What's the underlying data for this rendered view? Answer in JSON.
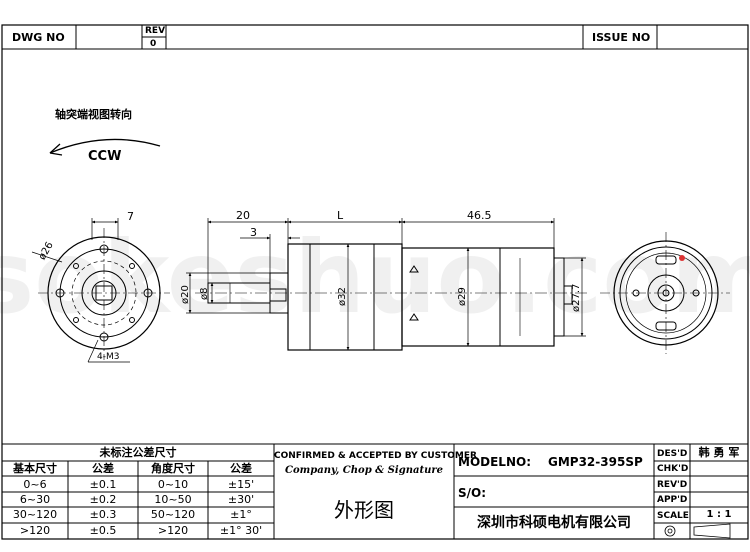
{
  "header": {
    "dwg_no_label": "DWG NO",
    "rev_label": "REV",
    "rev_value": "0",
    "issue_no_label": "ISSUE NO"
  },
  "watermark": "sokeshuo.com",
  "rotation": {
    "note": "轴突端视图转向",
    "direction": "CCW"
  },
  "dimensions": {
    "flange_depth": "7",
    "shaft_length": "20",
    "flat_length": "3",
    "body_length": "L",
    "motor_length": "46.5",
    "bolt_circle": "ø26",
    "pilot_dia": "ø20",
    "shaft_dia": "ø8",
    "gearbox_dia": "ø32",
    "motor_dia": "ø29",
    "end_cap_dia": "ø27.7",
    "mount_holes": "4-M3"
  },
  "tolerance_table": {
    "title": "未标注公差尺寸",
    "headers": [
      "基本尺寸",
      "公差",
      "角度尺寸",
      "公差"
    ],
    "rows": [
      [
        "0~6",
        "±0.1",
        "0~10",
        "±15'"
      ],
      [
        "6~30",
        "±0.2",
        "10~50",
        "±30'"
      ],
      [
        "30~120",
        "±0.3",
        "50~120",
        "±1°"
      ],
      [
        ">120",
        "±0.5",
        ">120",
        "±1° 30'"
      ]
    ]
  },
  "approval": {
    "confirmed": "CONFIRMED & ACCEPTED BY CUSTOMER",
    "signature": "Company, Chop & Signature",
    "drawing_title": "外形图"
  },
  "model": {
    "model_label": "MODELNO:",
    "model_value": "GMP32-395SP",
    "so_label": "S/O:",
    "company": "深圳市科硕电机有限公司"
  },
  "signoff": {
    "des_label": "DES'D",
    "des_value": "韩 勇 军",
    "chk_label": "CHK'D",
    "rev_label": "REV'D",
    "app_label": "APP'D",
    "scale_label": "SCALE",
    "scale_value": "1 : 1"
  }
}
